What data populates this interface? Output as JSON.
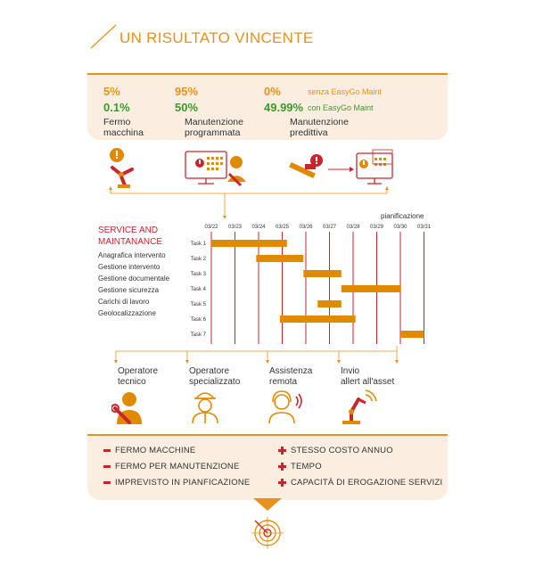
{
  "header": {
    "title": "UN RISULTATO VINCENTE"
  },
  "comparison": {
    "legend_without": "senza EasyGo Maint",
    "legend_with": "con EasyGo Maint",
    "columns": [
      {
        "without": "5%",
        "with": "0.1%",
        "label_line1": "Fermo",
        "label_line2": "macchina"
      },
      {
        "without": "95%",
        "with": "50%",
        "label_line1": "Manutenzione",
        "label_line2": "programmata"
      },
      {
        "without": "0%",
        "with": "49.99%",
        "label_line1": "Manutenzione",
        "label_line2": "predittiva"
      }
    ]
  },
  "service": {
    "title_line1": "SERVICE AND",
    "title_line2": "MAINTANANCE",
    "items": [
      "Anagrafica intervento",
      "Gestione intervento",
      "Gestione documentale",
      "Gestione sicurezza",
      "Carichi di lavoro",
      "Geolocalizzazione"
    ]
  },
  "chart_data": {
    "type": "gantt",
    "title": "pianificazione",
    "dates": [
      "03/22",
      "03/23",
      "03/24",
      "03/25",
      "03/26",
      "03/27",
      "03/28",
      "03/29",
      "03/30",
      "03/31"
    ],
    "tasks": [
      {
        "name": "Task 1",
        "start": "03/22",
        "end": "03/25"
      },
      {
        "name": "Task 2",
        "start": "03/24",
        "end": "03/26"
      },
      {
        "name": "Task 3",
        "start": "03/26",
        "end": "03/27.5"
      },
      {
        "name": "Task 4",
        "start": "03/27.5",
        "end": "03/30"
      },
      {
        "name": "Task 5",
        "start": "03/26.5",
        "end": "03/27.5"
      },
      {
        "name": "Task 6",
        "start": "03/25",
        "end": "03/28"
      },
      {
        "name": "Task 7",
        "start": "03/30",
        "end": "03/31"
      }
    ],
    "tasks_numeric": [
      {
        "start": 0,
        "end": 3.2
      },
      {
        "start": 1.9,
        "end": 3.9
      },
      {
        "start": 3.9,
        "end": 5.5
      },
      {
        "start": 5.5,
        "end": 8
      },
      {
        "start": 4.5,
        "end": 5.5
      },
      {
        "start": 2.9,
        "end": 6.1
      },
      {
        "start": 8,
        "end": 9
      }
    ],
    "bar_color": "#e08a00",
    "line_color": "#c9252c"
  },
  "roles": [
    {
      "line1": "Operatore",
      "line2": "tecnico",
      "icon": "technician-icon"
    },
    {
      "line1": "Operatore",
      "line2": "specializzato",
      "icon": "specialist-icon"
    },
    {
      "line1": "Assistenza",
      "line2": "remota",
      "icon": "headset-icon"
    },
    {
      "line1": "Invio",
      "line2": "allert all'asset",
      "icon": "robot-arm-wifi-icon"
    }
  ],
  "results": {
    "minus": [
      "FERMO MACCHINE",
      "FERMO PER MANUTENZIONE",
      "IMPREVISTO IN PIANFICAZIONE"
    ],
    "plus": [
      "STESSO COSTO ANNUO",
      "TEMPO",
      "CAPACITÀ DI EROGAZIONE SERVIZI"
    ]
  },
  "colors": {
    "orange": "#e8911c",
    "red": "#c9252c",
    "green": "#3b9a2a",
    "panel": "#fbeee0"
  }
}
